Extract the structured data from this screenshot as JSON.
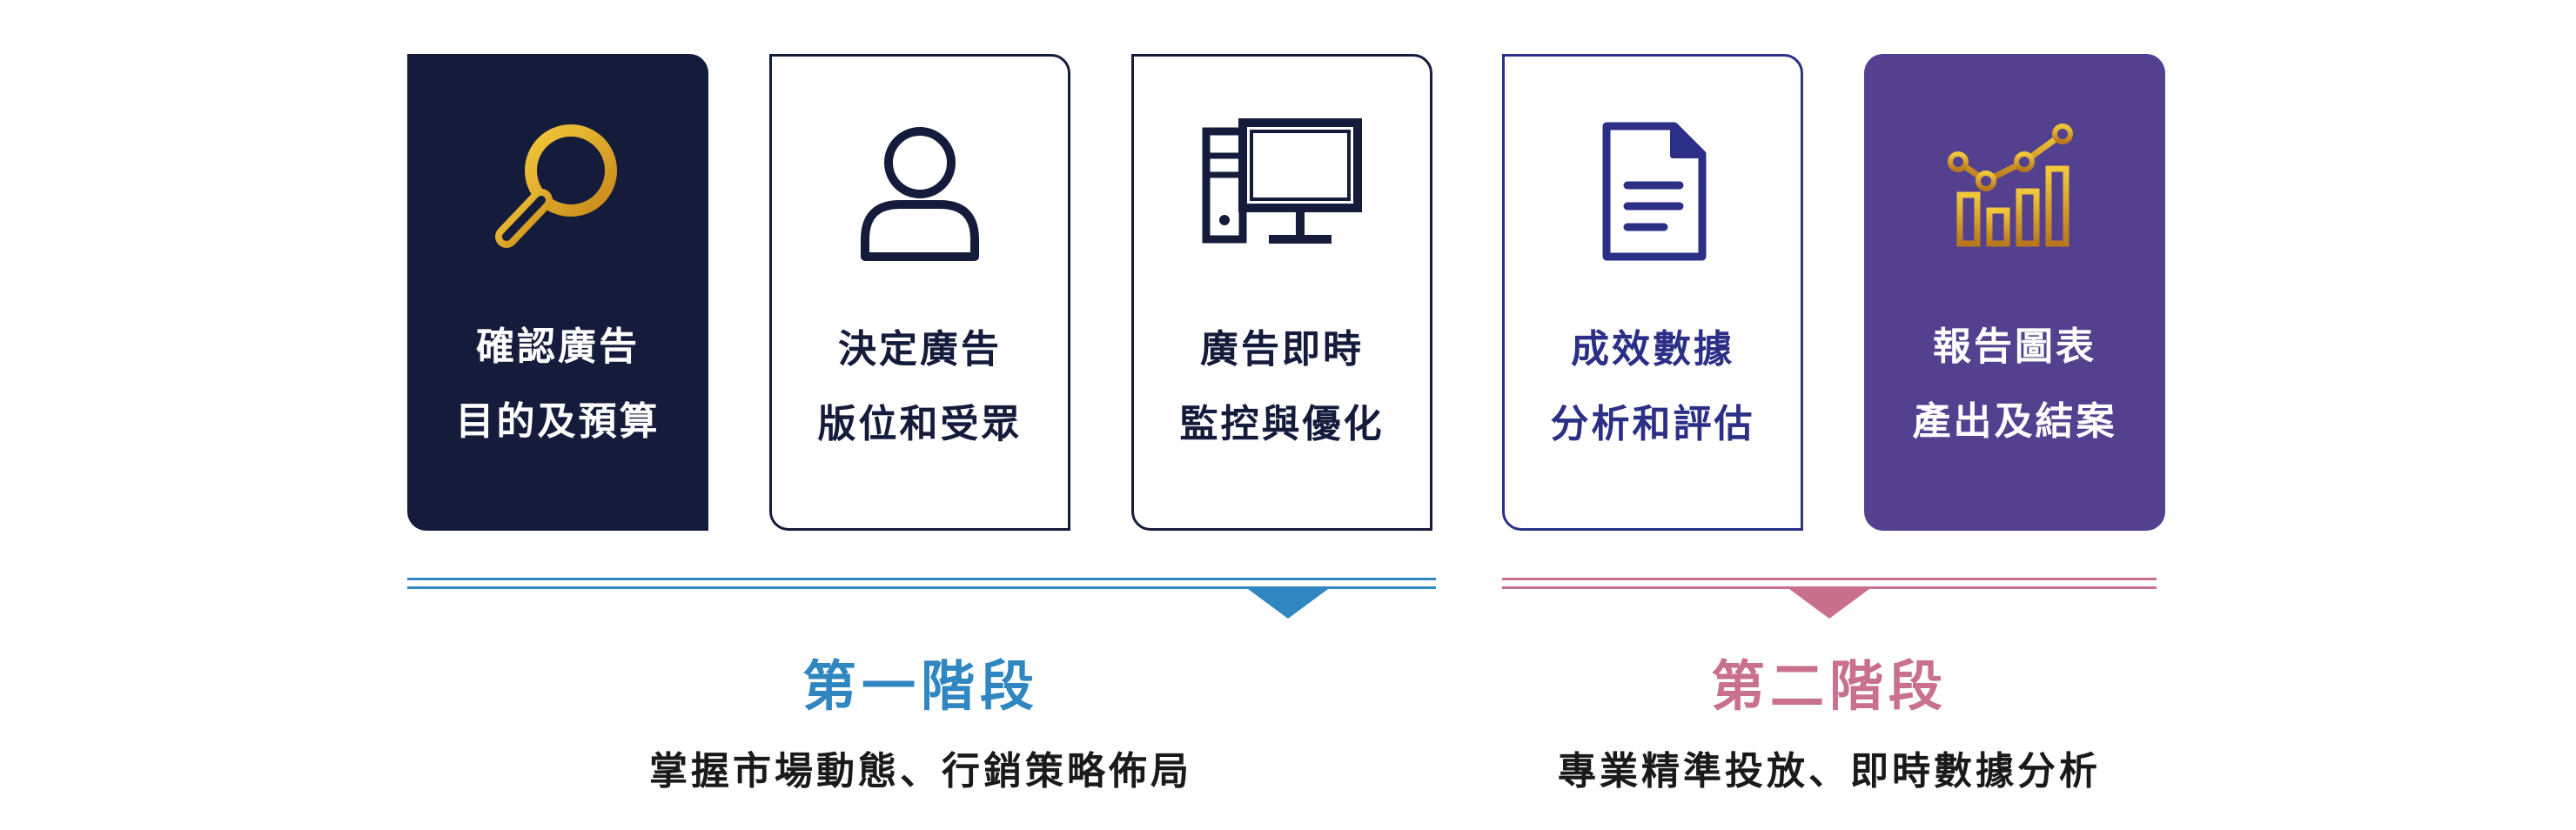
{
  "steps": [
    {
      "line1": "確認廣告",
      "line2": "目的及預算",
      "icon": "magnifier-icon"
    },
    {
      "line1": "決定廣告",
      "line2": "版位和受眾",
      "icon": "user-icon"
    },
    {
      "line1": "廣告即時",
      "line2": "監控與優化",
      "icon": "computer-icon"
    },
    {
      "line1": "成效數據",
      "line2": "分析和評估",
      "icon": "document-icon"
    },
    {
      "line1": "報告圖表",
      "line2": "產出及結案",
      "icon": "growth-chart-icon"
    }
  ],
  "phases": [
    {
      "title": "第一階段",
      "subtitle": "掌握市場動態、行銷策略佈局",
      "color": "#2f86c0"
    },
    {
      "title": "第二階段",
      "subtitle": "專業精準投放、即時數據分析",
      "color": "#c9708c"
    }
  ],
  "colors": {
    "navy": "#151c3b",
    "indigo": "#2b2f86",
    "purple": "#53408f",
    "gold": "#d9a21b"
  }
}
